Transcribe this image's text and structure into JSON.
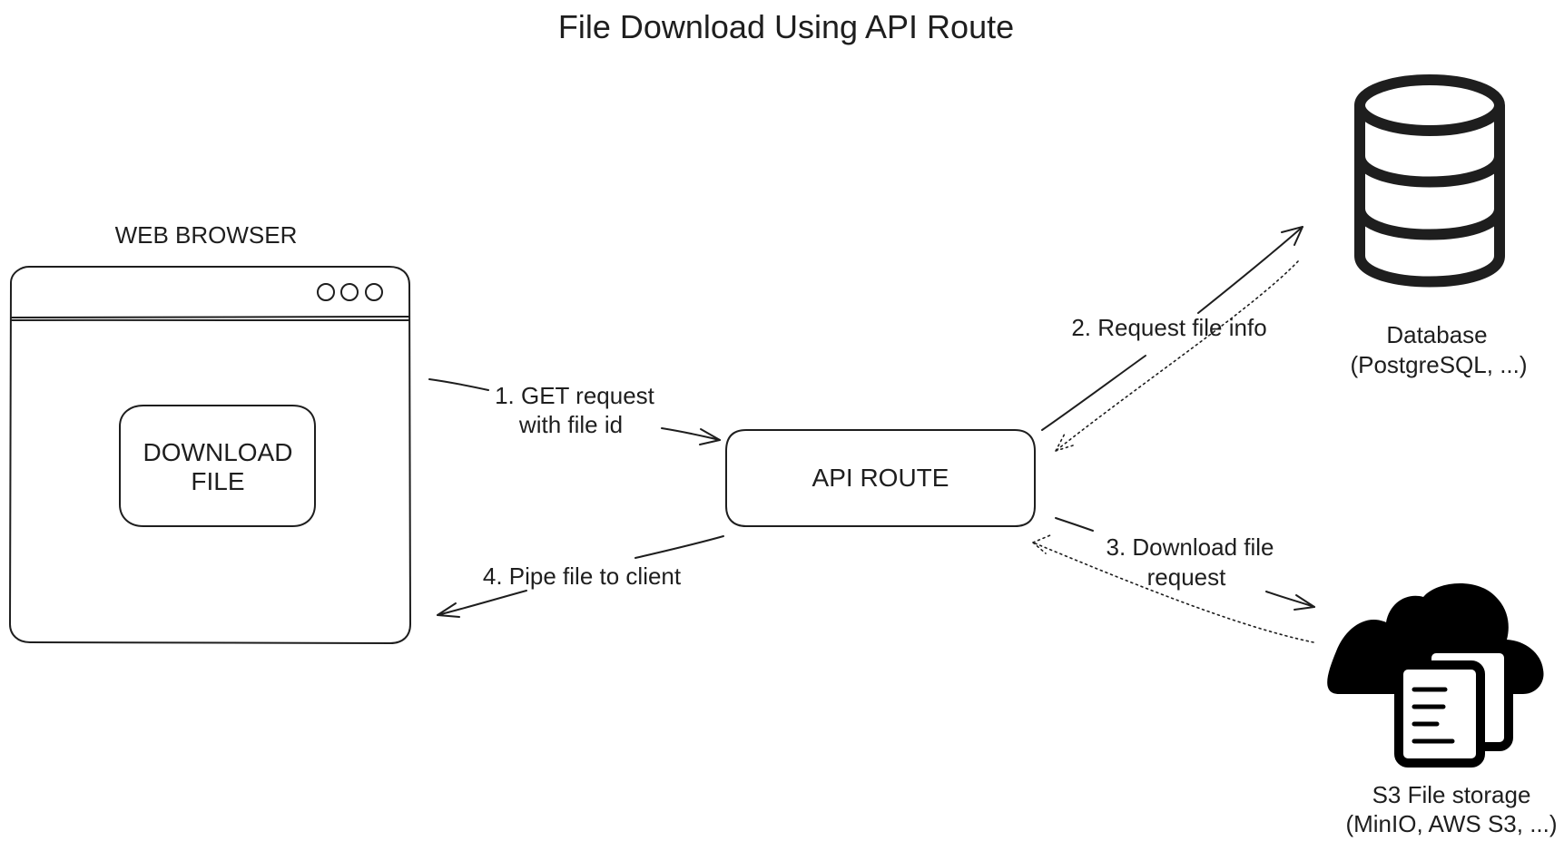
{
  "title": "File Download Using API Route",
  "browser": {
    "label": "WEB BROWSER",
    "button_line1": "DOWNLOAD",
    "button_line2": "FILE",
    "window_controls_icon": "three-circle-dots-icon"
  },
  "api_route": {
    "label": "API ROUTE"
  },
  "database": {
    "icon": "database-cylinder-icon",
    "label_line1": "Database",
    "label_line2": "(PostgreSQL, ...)"
  },
  "storage": {
    "icon": "cloud-documents-icon",
    "label_line1": "S3 File storage",
    "label_line2": "(MinIO, AWS S3, ...)"
  },
  "steps": {
    "step1_line1": "1. GET request",
    "step1_line2": "with file id",
    "step2": "2. Request file info",
    "step3_line1": "3. Download file",
    "step3_line2": "request",
    "step4": "4. Pipe file to client"
  },
  "colors": {
    "stroke": "#1e1e1e",
    "background": "#ffffff"
  }
}
